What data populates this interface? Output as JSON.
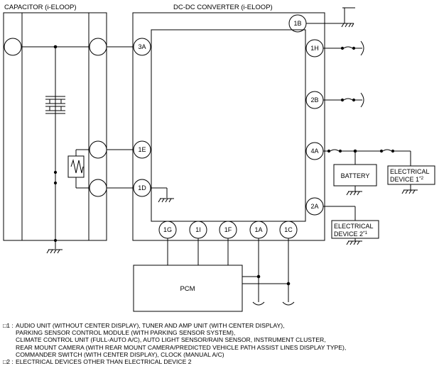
{
  "diagram": {
    "capacitor_title": "CAPACITOR (i-ELOOP)",
    "converter_title": "DC-DC CONVERTER (i-ELOOP)",
    "converter_pins": {
      "p3A": "3A",
      "p1E": "1E",
      "p1D": "1D",
      "p1B": "1B",
      "p1H": "1H",
      "p2B": "2B",
      "p4A": "4A",
      "p2A": "2A",
      "p1G": "1G",
      "p1I": "1I",
      "p1F": "1F",
      "p1A": "1A",
      "p1C": "1C"
    },
    "battery": "BATTERY",
    "device1": {
      "line1": "ELECTRICAL",
      "line2": "DEVICE 1",
      "note": "*2"
    },
    "device2": {
      "line1": "ELECTRICAL",
      "line2": "DEVICE 2",
      "note": "*1"
    },
    "pcm": "PCM"
  },
  "notes": [
    {
      "mark": "□1 :",
      "lines": [
        "AUDIO UNIT (WITHOUT CENTER DISPLAY), TUNER AND AMP UNIT (WITH CENTER DISPLAY),",
        "PARKING SENSOR CONTROL MODULE (WITH PARKING SENSOR SYSTEM),",
        "CLIMATE CONTROL UNIT (FULL-AUTO A/C), AUTO LIGHT SENSOR/RAIN SENSOR, INSTRUMENT CLUSTER,",
        "REAR MOUNT CAMERA (WITH REAR MOUNT CAMERA/PREDICTED VEHICLE PATH ASSIST LINES DISPLAY TYPE),",
        "COMMANDER SWITCH (WITH CENTER DISPLAY), CLOCK (MANUAL A/C)"
      ]
    },
    {
      "mark": "□2 :",
      "lines": [
        "ELECTRICAL DEVICES OTHER THAN ELECTRICAL DEVICE 2"
      ]
    }
  ]
}
